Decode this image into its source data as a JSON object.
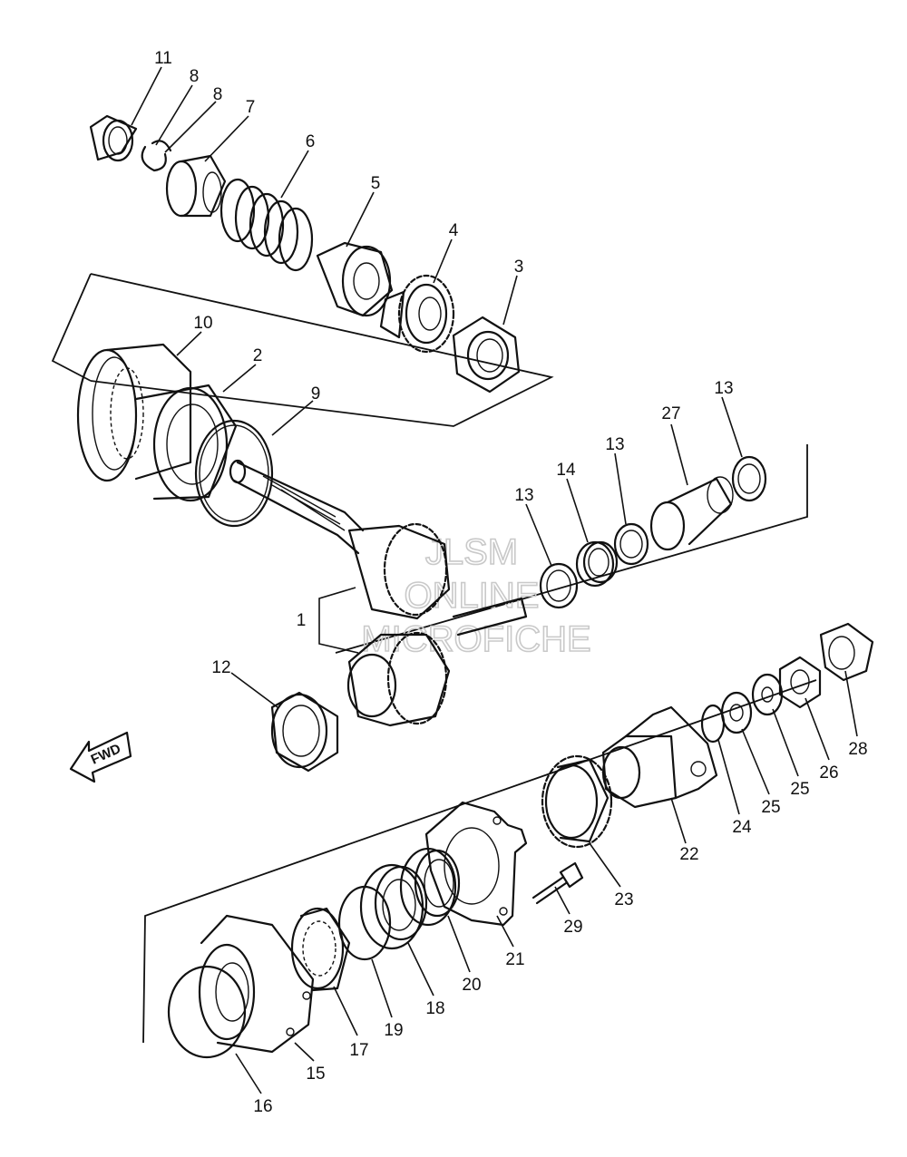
{
  "watermark": {
    "line1": "JLSM",
    "line2": "ONLINE",
    "line3": "MICROFICHE"
  },
  "direction": {
    "label": "FWD",
    "icon": "forward-arrow-icon"
  },
  "callouts": [
    {
      "id": "c11",
      "label": "11"
    },
    {
      "id": "c8a",
      "label": "8"
    },
    {
      "id": "c8b",
      "label": "8"
    },
    {
      "id": "c7",
      "label": "7"
    },
    {
      "id": "c6",
      "label": "6"
    },
    {
      "id": "c5",
      "label": "5"
    },
    {
      "id": "c4",
      "label": "4"
    },
    {
      "id": "c3",
      "label": "3"
    },
    {
      "id": "c10",
      "label": "10"
    },
    {
      "id": "c2",
      "label": "2"
    },
    {
      "id": "c9",
      "label": "9"
    },
    {
      "id": "c13a",
      "label": "13"
    },
    {
      "id": "c27",
      "label": "27"
    },
    {
      "id": "c13b",
      "label": "13"
    },
    {
      "id": "c14",
      "label": "14"
    },
    {
      "id": "c13c",
      "label": "13"
    },
    {
      "id": "c1",
      "label": "1"
    },
    {
      "id": "c12",
      "label": "12"
    },
    {
      "id": "c28",
      "label": "28"
    },
    {
      "id": "c26",
      "label": "26"
    },
    {
      "id": "c25a",
      "label": "25"
    },
    {
      "id": "c25b",
      "label": "25"
    },
    {
      "id": "c24",
      "label": "24"
    },
    {
      "id": "c22",
      "label": "22"
    },
    {
      "id": "c23",
      "label": "23"
    },
    {
      "id": "c29",
      "label": "29"
    },
    {
      "id": "c21",
      "label": "21"
    },
    {
      "id": "c20",
      "label": "20"
    },
    {
      "id": "c18",
      "label": "18"
    },
    {
      "id": "c19",
      "label": "19"
    },
    {
      "id": "c17",
      "label": "17"
    },
    {
      "id": "c15",
      "label": "15"
    },
    {
      "id": "c16",
      "label": "16"
    }
  ]
}
